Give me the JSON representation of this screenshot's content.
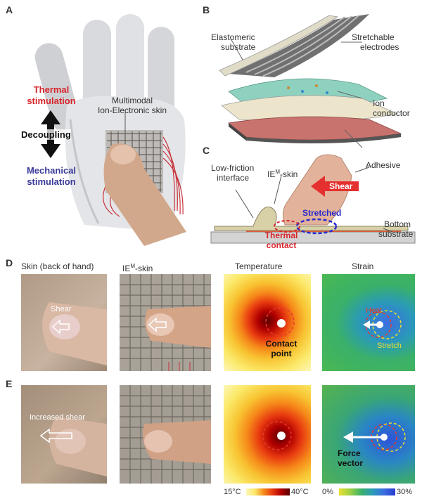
{
  "panels": {
    "a": "A",
    "b": "B",
    "c": "C",
    "d": "D",
    "e": "E"
  },
  "panel_a": {
    "thermal": [
      "Thermal",
      "stimulation"
    ],
    "decoupling": "Decoupling",
    "mechanical": [
      "Mechanical",
      "stimulation"
    ],
    "skin_label": [
      "Multimodal",
      "Ion-Electronic skin"
    ]
  },
  "panel_b": {
    "elastomeric": [
      "Elastomeric",
      "substrate"
    ],
    "stretchable": [
      "Stretchable",
      "electrodes"
    ],
    "ion": [
      "Ion",
      "conductor"
    ],
    "adhesive": "Adhesive"
  },
  "panel_c": {
    "low_friction": [
      "Low-friction",
      "interface"
    ],
    "iem_skin_base": "IE",
    "iem_skin_sup": "M",
    "iem_skin_tail": "-skin",
    "shear": "Shear",
    "stretched": "Stretched",
    "thermal_contact": [
      "Thermal",
      "contact"
    ],
    "bottom_substrate": [
      "Bottom",
      "substrate"
    ]
  },
  "row_headers": {
    "skin": "Skin (back of hand)",
    "iem_base": "IE",
    "iem_sup": "M",
    "iem_tail": "-skin",
    "temperature": "Temperature",
    "strain": "Strain"
  },
  "row_d": {
    "shear": "Shear",
    "contact_point": [
      "Contact",
      "point"
    ],
    "heat": "Heat",
    "stretch": "Stretch"
  },
  "row_e": {
    "increased_shear": "Increased shear",
    "force_vector": [
      "Force",
      "vector"
    ]
  },
  "colorbars": {
    "temperature": {
      "min": "15°C",
      "max": "40°C"
    },
    "strain": {
      "min": "0%",
      "max": "30%"
    }
  },
  "colors": {
    "thermal": "#d8252c",
    "mechanical": "#3a3a9a",
    "shear_arrow": "#e53030",
    "heat_ring": "#e63a2a",
    "stretch_ring": "#e8e030",
    "stretched_ellipse": "#2a2acc"
  }
}
